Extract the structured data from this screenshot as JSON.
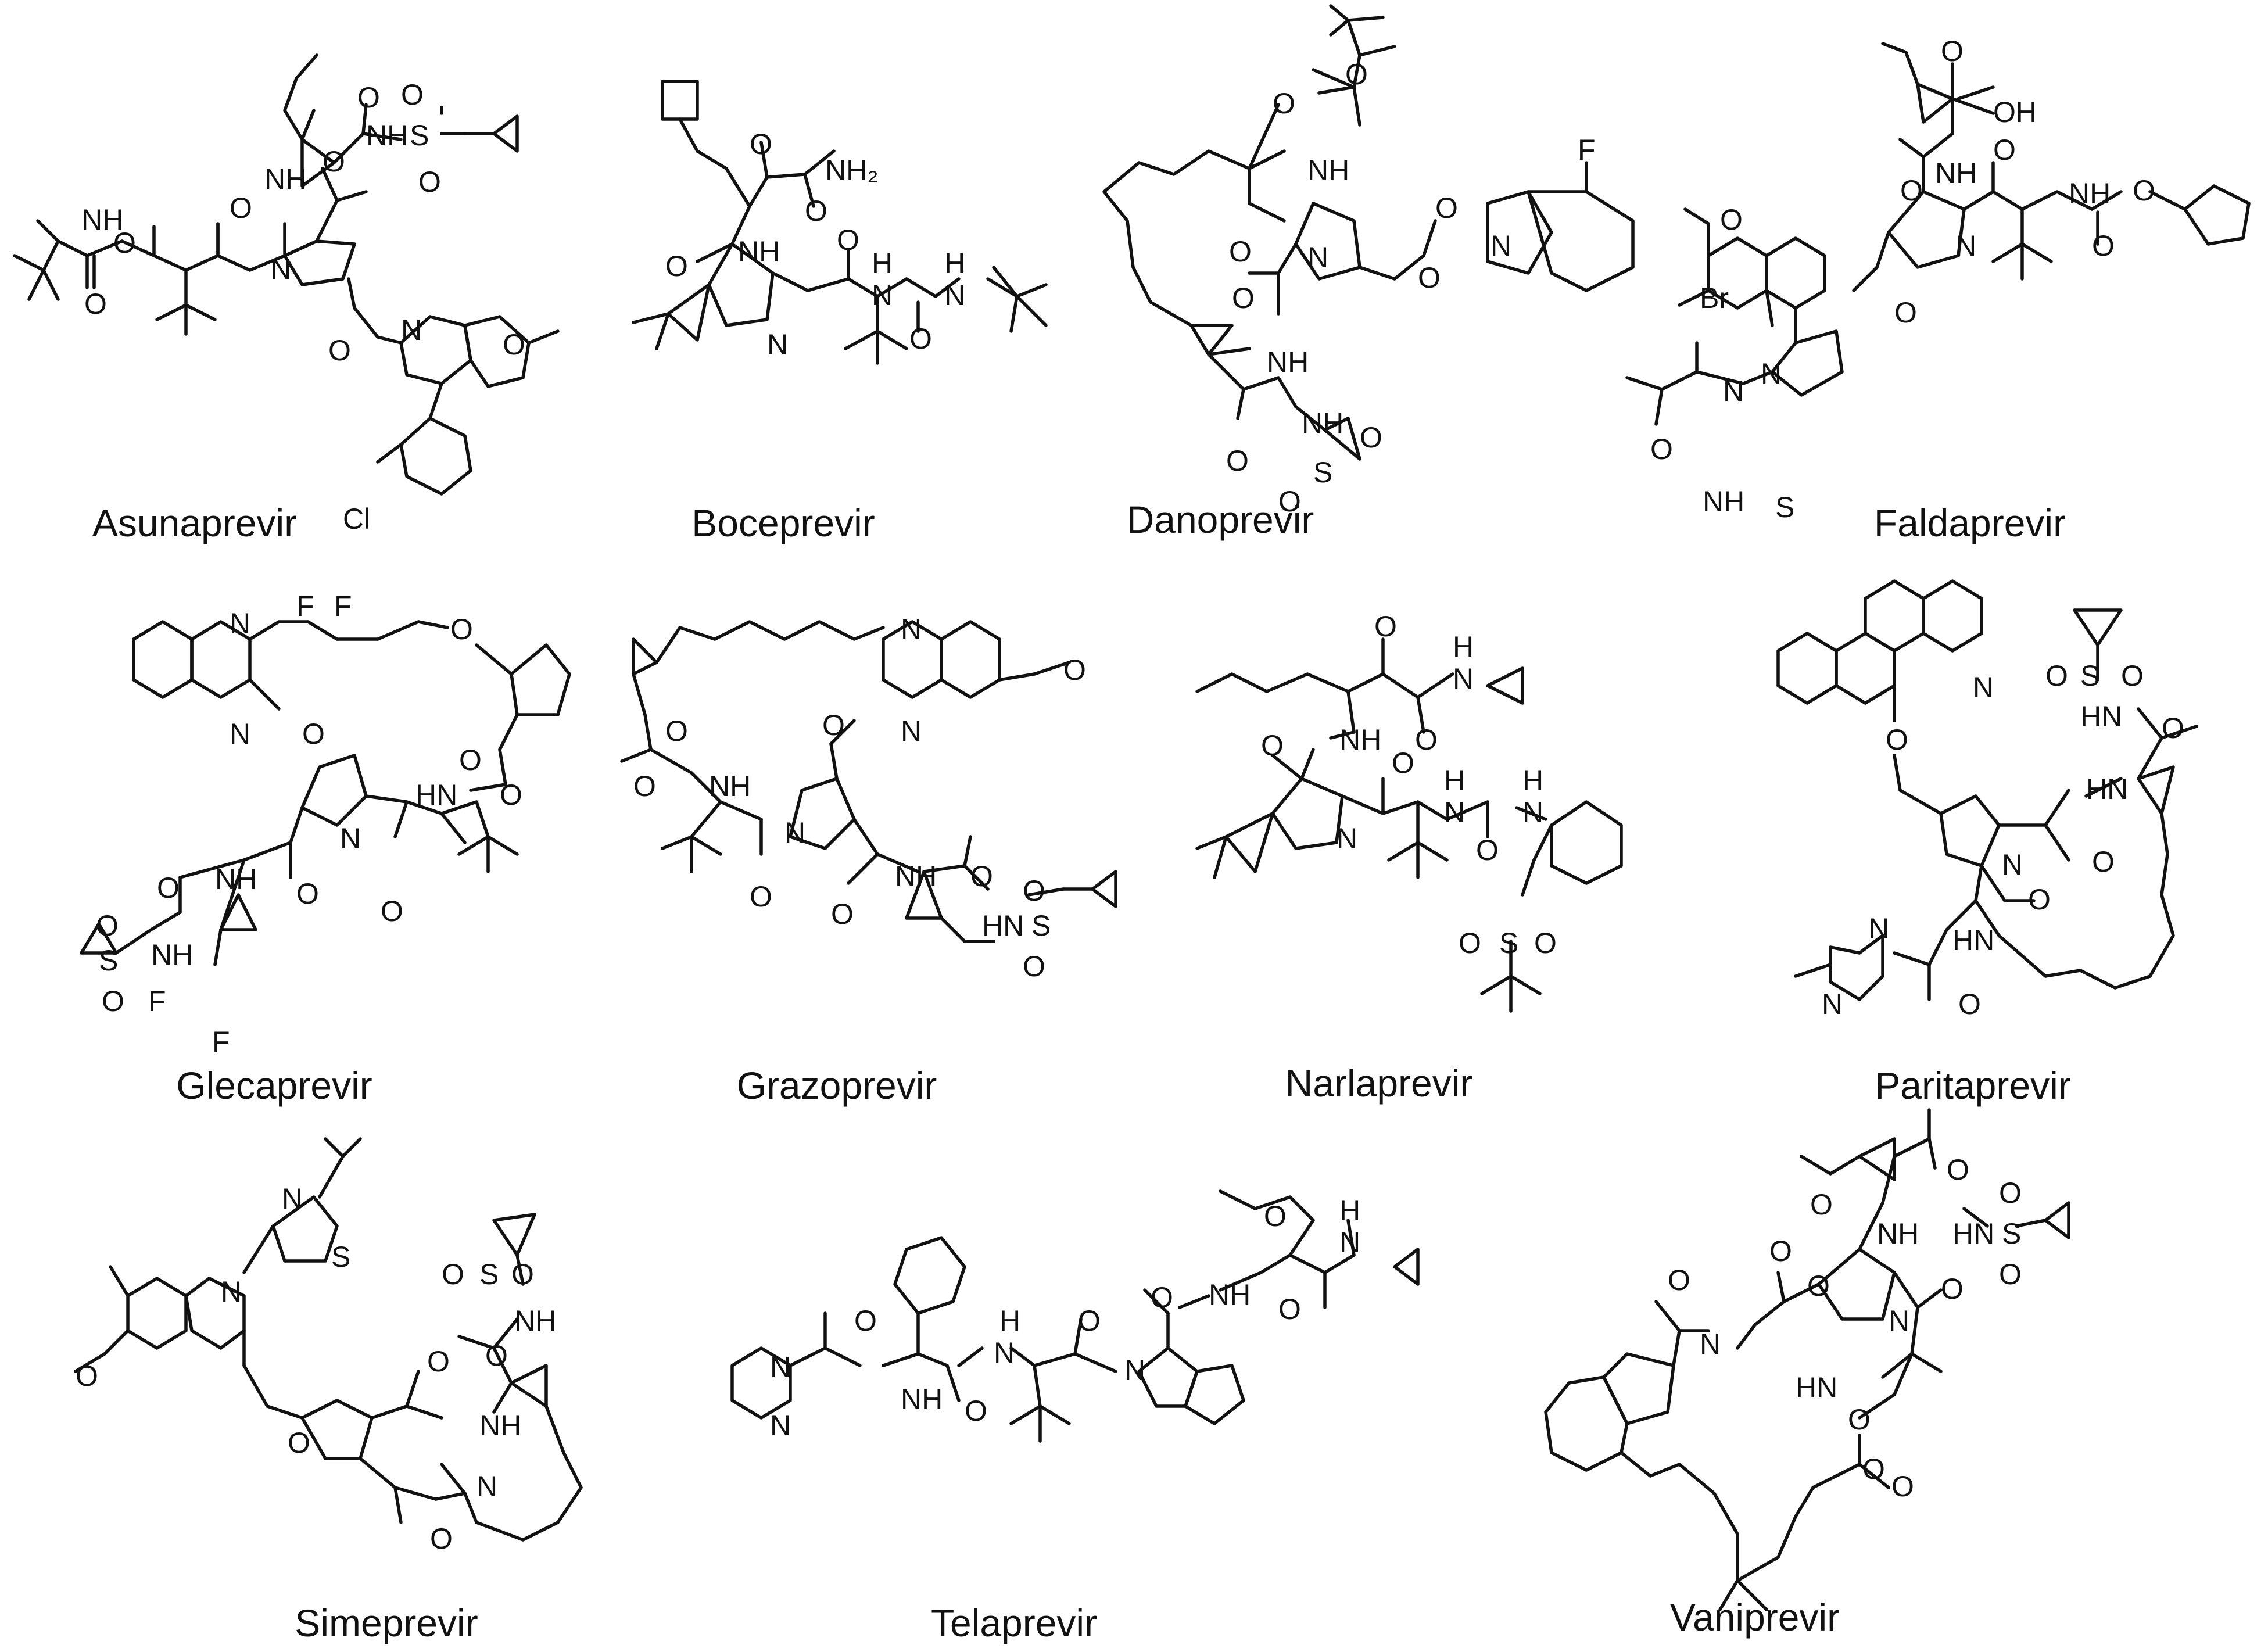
{
  "compounds": [
    {
      "name": "Asunaprevir"
    },
    {
      "name": "Boceprevir"
    },
    {
      "name": "Danoprevir"
    },
    {
      "name": "Faldaprevir"
    },
    {
      "name": "Glecaprevir"
    },
    {
      "name": "Grazoprevir"
    },
    {
      "name": "Narlaprevir"
    },
    {
      "name": "Paritaprevir"
    },
    {
      "name": "Simeprevir"
    },
    {
      "name": "Telaprevir"
    },
    {
      "name": "Vaniprevir"
    }
  ],
  "atoms": {
    "NH": "NH",
    "HN": "HN",
    "H": "H",
    "N": "N",
    "O": "O",
    "S": "S",
    "F": "F",
    "Cl": "Cl",
    "Br": "Br",
    "OH": "OH",
    "NH2": "NH₂"
  }
}
